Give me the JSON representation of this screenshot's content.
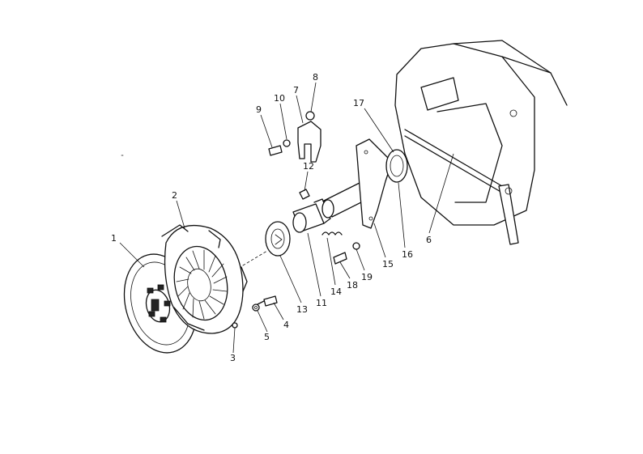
{
  "diagram": {
    "callouts": [
      {
        "id": "1",
        "label": "1"
      },
      {
        "id": "2",
        "label": "2"
      },
      {
        "id": "3",
        "label": "3"
      },
      {
        "id": "4",
        "label": "4"
      },
      {
        "id": "5",
        "label": "5"
      },
      {
        "id": "6",
        "label": "6"
      },
      {
        "id": "7",
        "label": "7"
      },
      {
        "id": "8",
        "label": "8"
      },
      {
        "id": "9",
        "label": "9"
      },
      {
        "id": "10",
        "label": "10"
      },
      {
        "id": "11",
        "label": "11"
      },
      {
        "id": "12",
        "label": "12"
      },
      {
        "id": "13",
        "label": "13"
      },
      {
        "id": "14",
        "label": "14"
      },
      {
        "id": "15",
        "label": "15"
      },
      {
        "id": "16",
        "label": "16"
      },
      {
        "id": "17",
        "label": "17"
      },
      {
        "id": "18",
        "label": "18"
      },
      {
        "id": "19",
        "label": "19"
      }
    ],
    "colors": {
      "ink": "#111111",
      "paper": "#ffffff"
    }
  }
}
